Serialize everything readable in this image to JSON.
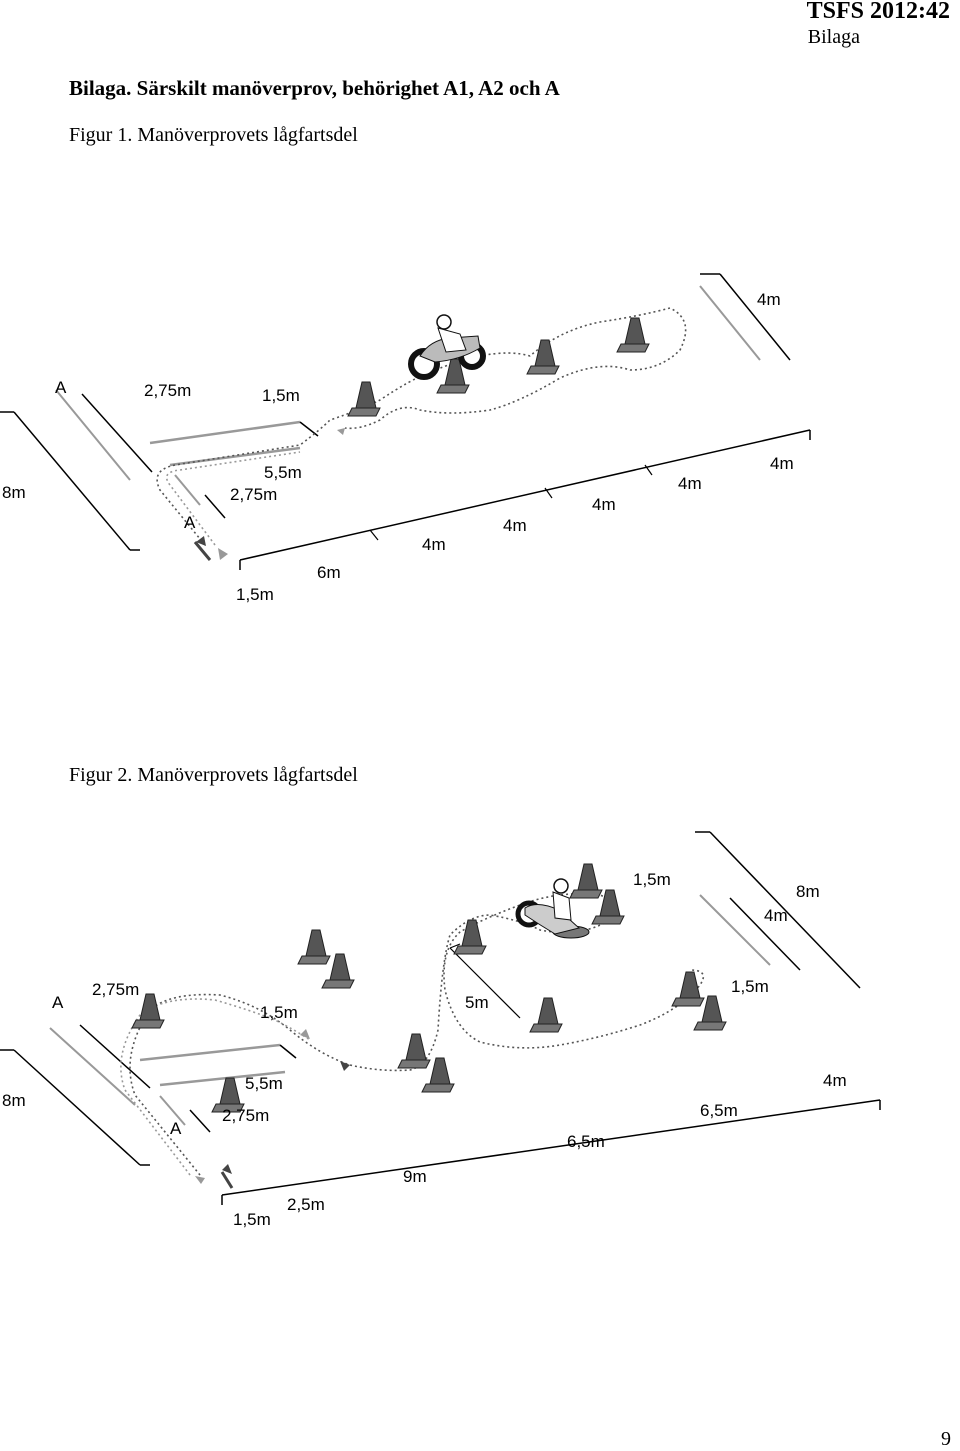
{
  "header": {
    "code": "TSFS 2012:42",
    "sub": "Bilaga"
  },
  "title": "Bilaga. Särskilt manöverprov, behörighet A1, A2 och A",
  "figure1": {
    "caption": "Figur 1. Manöverprovets lågfartsdel",
    "labels": {
      "a_top": "A",
      "w275_top": "2,75m",
      "w15_top": "1,5m",
      "w4_far": "4m",
      "w8": "8m",
      "w55": "5,5m",
      "w275_mid": "2,75m",
      "a_bottom": "A",
      "w15_bottom": "1,5m",
      "d6": "6m",
      "d4_a": "4m",
      "d4_b": "4m",
      "d4_c": "4m",
      "d4_d": "4m",
      "d4_e": "4m"
    }
  },
  "figure2": {
    "caption": "Figur 2. Manöverprovets lågfartsdel",
    "labels": {
      "w15_cone": "1,5m",
      "w8_right": "8m",
      "w4_right": "4m",
      "a_top": "A",
      "w275_top": "2,75m",
      "w15_mid": "1,5m",
      "d5": "5m",
      "w15_right": "1,5m",
      "w8_left": "8m",
      "w55": "5,5m",
      "w275_low": "2,75m",
      "a_bottom": "A",
      "d65_a": "6,5m",
      "d65_b": "6,5m",
      "w4_far": "4m",
      "d9": "9m",
      "d25": "2,5m",
      "w15_bottom": "1,5m"
    }
  },
  "page_number": "9"
}
